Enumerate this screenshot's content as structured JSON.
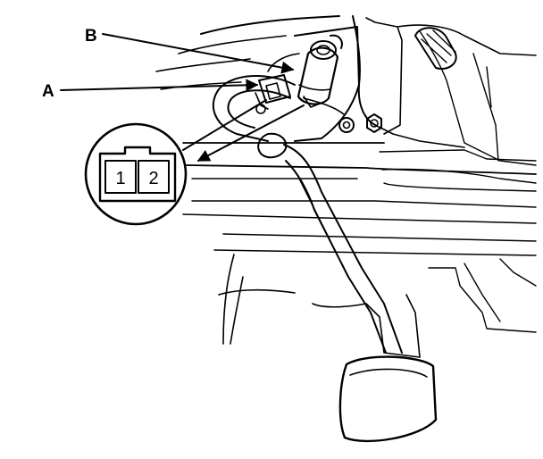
{
  "labels": {
    "a": "A",
    "b": "B"
  },
  "connector": {
    "pin_1": "1",
    "pin_2": "2"
  }
}
